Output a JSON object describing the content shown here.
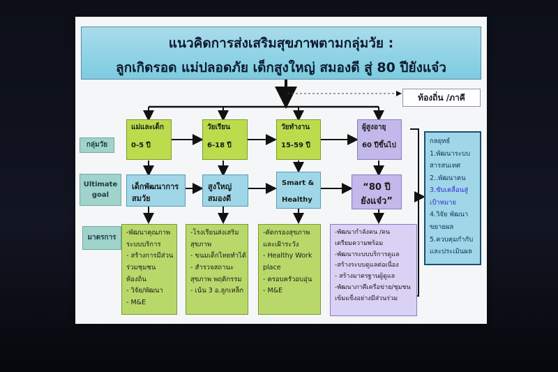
{
  "title": {
    "line1": "แนวคิดการส่งเสริมสุขภาพตามกลุ่มวัย :",
    "line2": "ลูกเกิดรอด แม่ปลอดภัย เด็กสูงใหญ่ สมองดี  สู่ 80 ปียังแจ๋ว"
  },
  "local_box": "ท้องถิ่น /ภาคี",
  "row_labels": {
    "age_group": "กลุ่มวัย",
    "ultimate_goal_1": "Ultimate",
    "ultimate_goal_2": "goal",
    "measures": "มาตรการ"
  },
  "age_groups": [
    {
      "label": "แม่และเด็ก",
      "range": "0-5 ปี"
    },
    {
      "label": "วัยเรียน",
      "range": "6-18 ปี"
    },
    {
      "label": "วัยทำงาน",
      "range": "15-59 ปี"
    },
    {
      "label": "ผู้สูงอายุ",
      "range": "60 ปีขึ้นไป"
    }
  ],
  "goals": [
    {
      "line1": "เด็กพัฒนาการ",
      "line2": "สมวัย"
    },
    {
      "line1": "สูงใหญ่",
      "line2": "สมองดี"
    },
    {
      "line1": "Smart &",
      "line2": "Healthy"
    },
    {
      "line1": "“80 ปี",
      "line2": "ยังแจ๋ว”"
    }
  ],
  "measures": {
    "col1": [
      "-พัฒนาคุณภาพ",
      "ระบบบริการ",
      "- สร้างการมีส่วน",
      "ร่วมชุมชน",
      "ท้องถิ่น",
      "- วิจัย/พัฒนา",
      "- M&E"
    ],
    "col2": [
      "-โรงเรียนส่งเสริม",
      "สุขภาพ",
      "- ขนมเด็กไทยทำได้",
      "- สำรวจสถานะ",
      "สุขภาพ พฤติกรรม",
      "- เน้น 3 อ.ลูกเหล็ก"
    ],
    "col3": [
      "-คัดกรองสุขภาพ",
      "และเฝ้าระวัง",
      "- Healthy Work",
      "place",
      "- ครอบครัวอบอุ่น",
      "- M&E"
    ],
    "col4": [
      "-พัฒนากำลังคน /คน",
      "เตรียมความพร้อม",
      "-พัฒนาระบบบริการดูแล",
      "-สร้างระบบดูแลต่อเนื่อง",
      "- สร้างมาตรฐานผู้ดูแล",
      "-พัฒนาภาคีเครือข่าย/ชุมชน",
      "เข้มแข็งอย่างมีส่วนร่วม"
    ]
  },
  "strategy": {
    "header": "กลยุทธ์",
    "items": [
      "1.พัฒนาระบบ",
      "สารสนเทศ",
      "2..พัฒนาคน",
      "3.ขับเคลื่อนสู่",
      "เป้าหมาย",
      "4.วิจัย  พัฒนา",
      "ขยายผล",
      "5.ควบคุมกำกับ",
      "และประเมินผล"
    ]
  },
  "colors": {
    "title_bg": "#7ccbe0",
    "age_box": "#bcdc4e",
    "goal_box": "#9fd7e8",
    "elderly_box": "#c3b8ea",
    "strategy_border": "#1e4c6a"
  }
}
